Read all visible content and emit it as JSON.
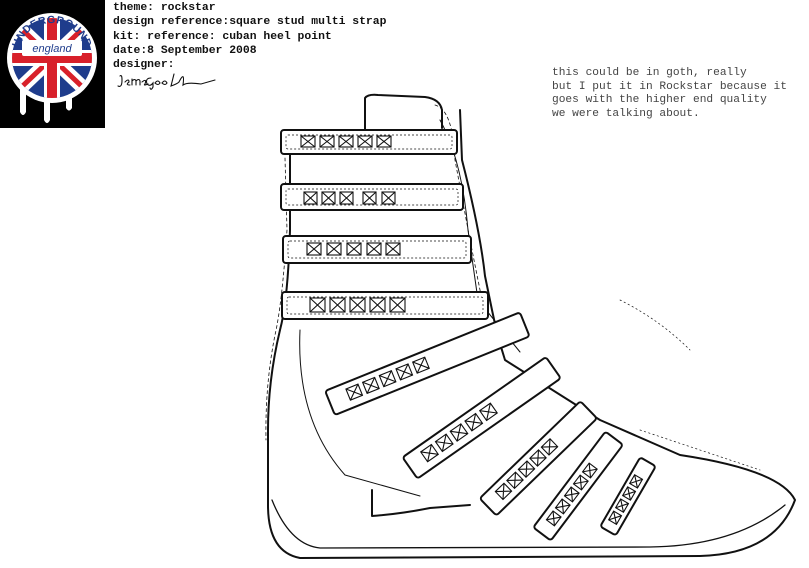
{
  "brand": {
    "top_text": "UNDERGROUND",
    "sub_text": "england"
  },
  "spec": {
    "theme": "theme: rockstar",
    "design_reference": "design reference:square stud multi strap",
    "kit_reference": "kit: reference: cuban heel point",
    "date": "date:8 September 2008",
    "designer": "designer:",
    "signature_text": "Jemma Good"
  },
  "note": {
    "line1": "this could be in goth, really",
    "line2": "but I put it in Rockstar because it",
    "line3": "goes with the higher end quality",
    "line4": "we were talking about."
  },
  "colors": {
    "logo_bg": "#000000",
    "union_red": "#d8202a",
    "union_blue": "#1f3c8c",
    "ink": "#111111"
  }
}
